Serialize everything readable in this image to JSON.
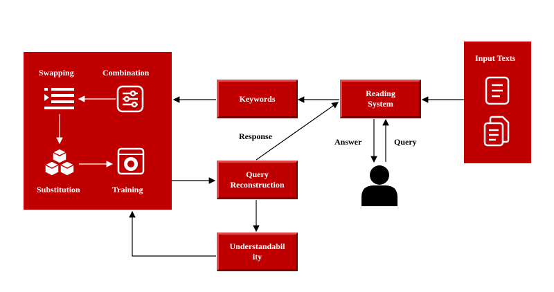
{
  "left_panel": {
    "swapping": "Swapping",
    "combination": "Combination",
    "substitution": "Substitution",
    "training": "Training",
    "icons": [
      "list-icon",
      "sliders-icon",
      "cubes-icon",
      "washing-machine-icon"
    ]
  },
  "boxes": {
    "keywords": "Keywords",
    "reading_system_line1": "Reading",
    "reading_system_line2": "System",
    "query_reconstruction_line1": "Query",
    "query_reconstruction_line2": "Reconstruction",
    "understandability_line1": "Understandabil",
    "understandability_line2": "ity"
  },
  "labels": {
    "response": "Response",
    "answer": "Answer",
    "query": "Query"
  },
  "right_panel": {
    "title": "Input Texts",
    "icons": [
      "document-icon",
      "documents-icon"
    ]
  },
  "user": {
    "icon": "user-icon"
  },
  "colors": {
    "primary": "#c00000",
    "text_light": "#ffffff",
    "line": "#000000"
  }
}
